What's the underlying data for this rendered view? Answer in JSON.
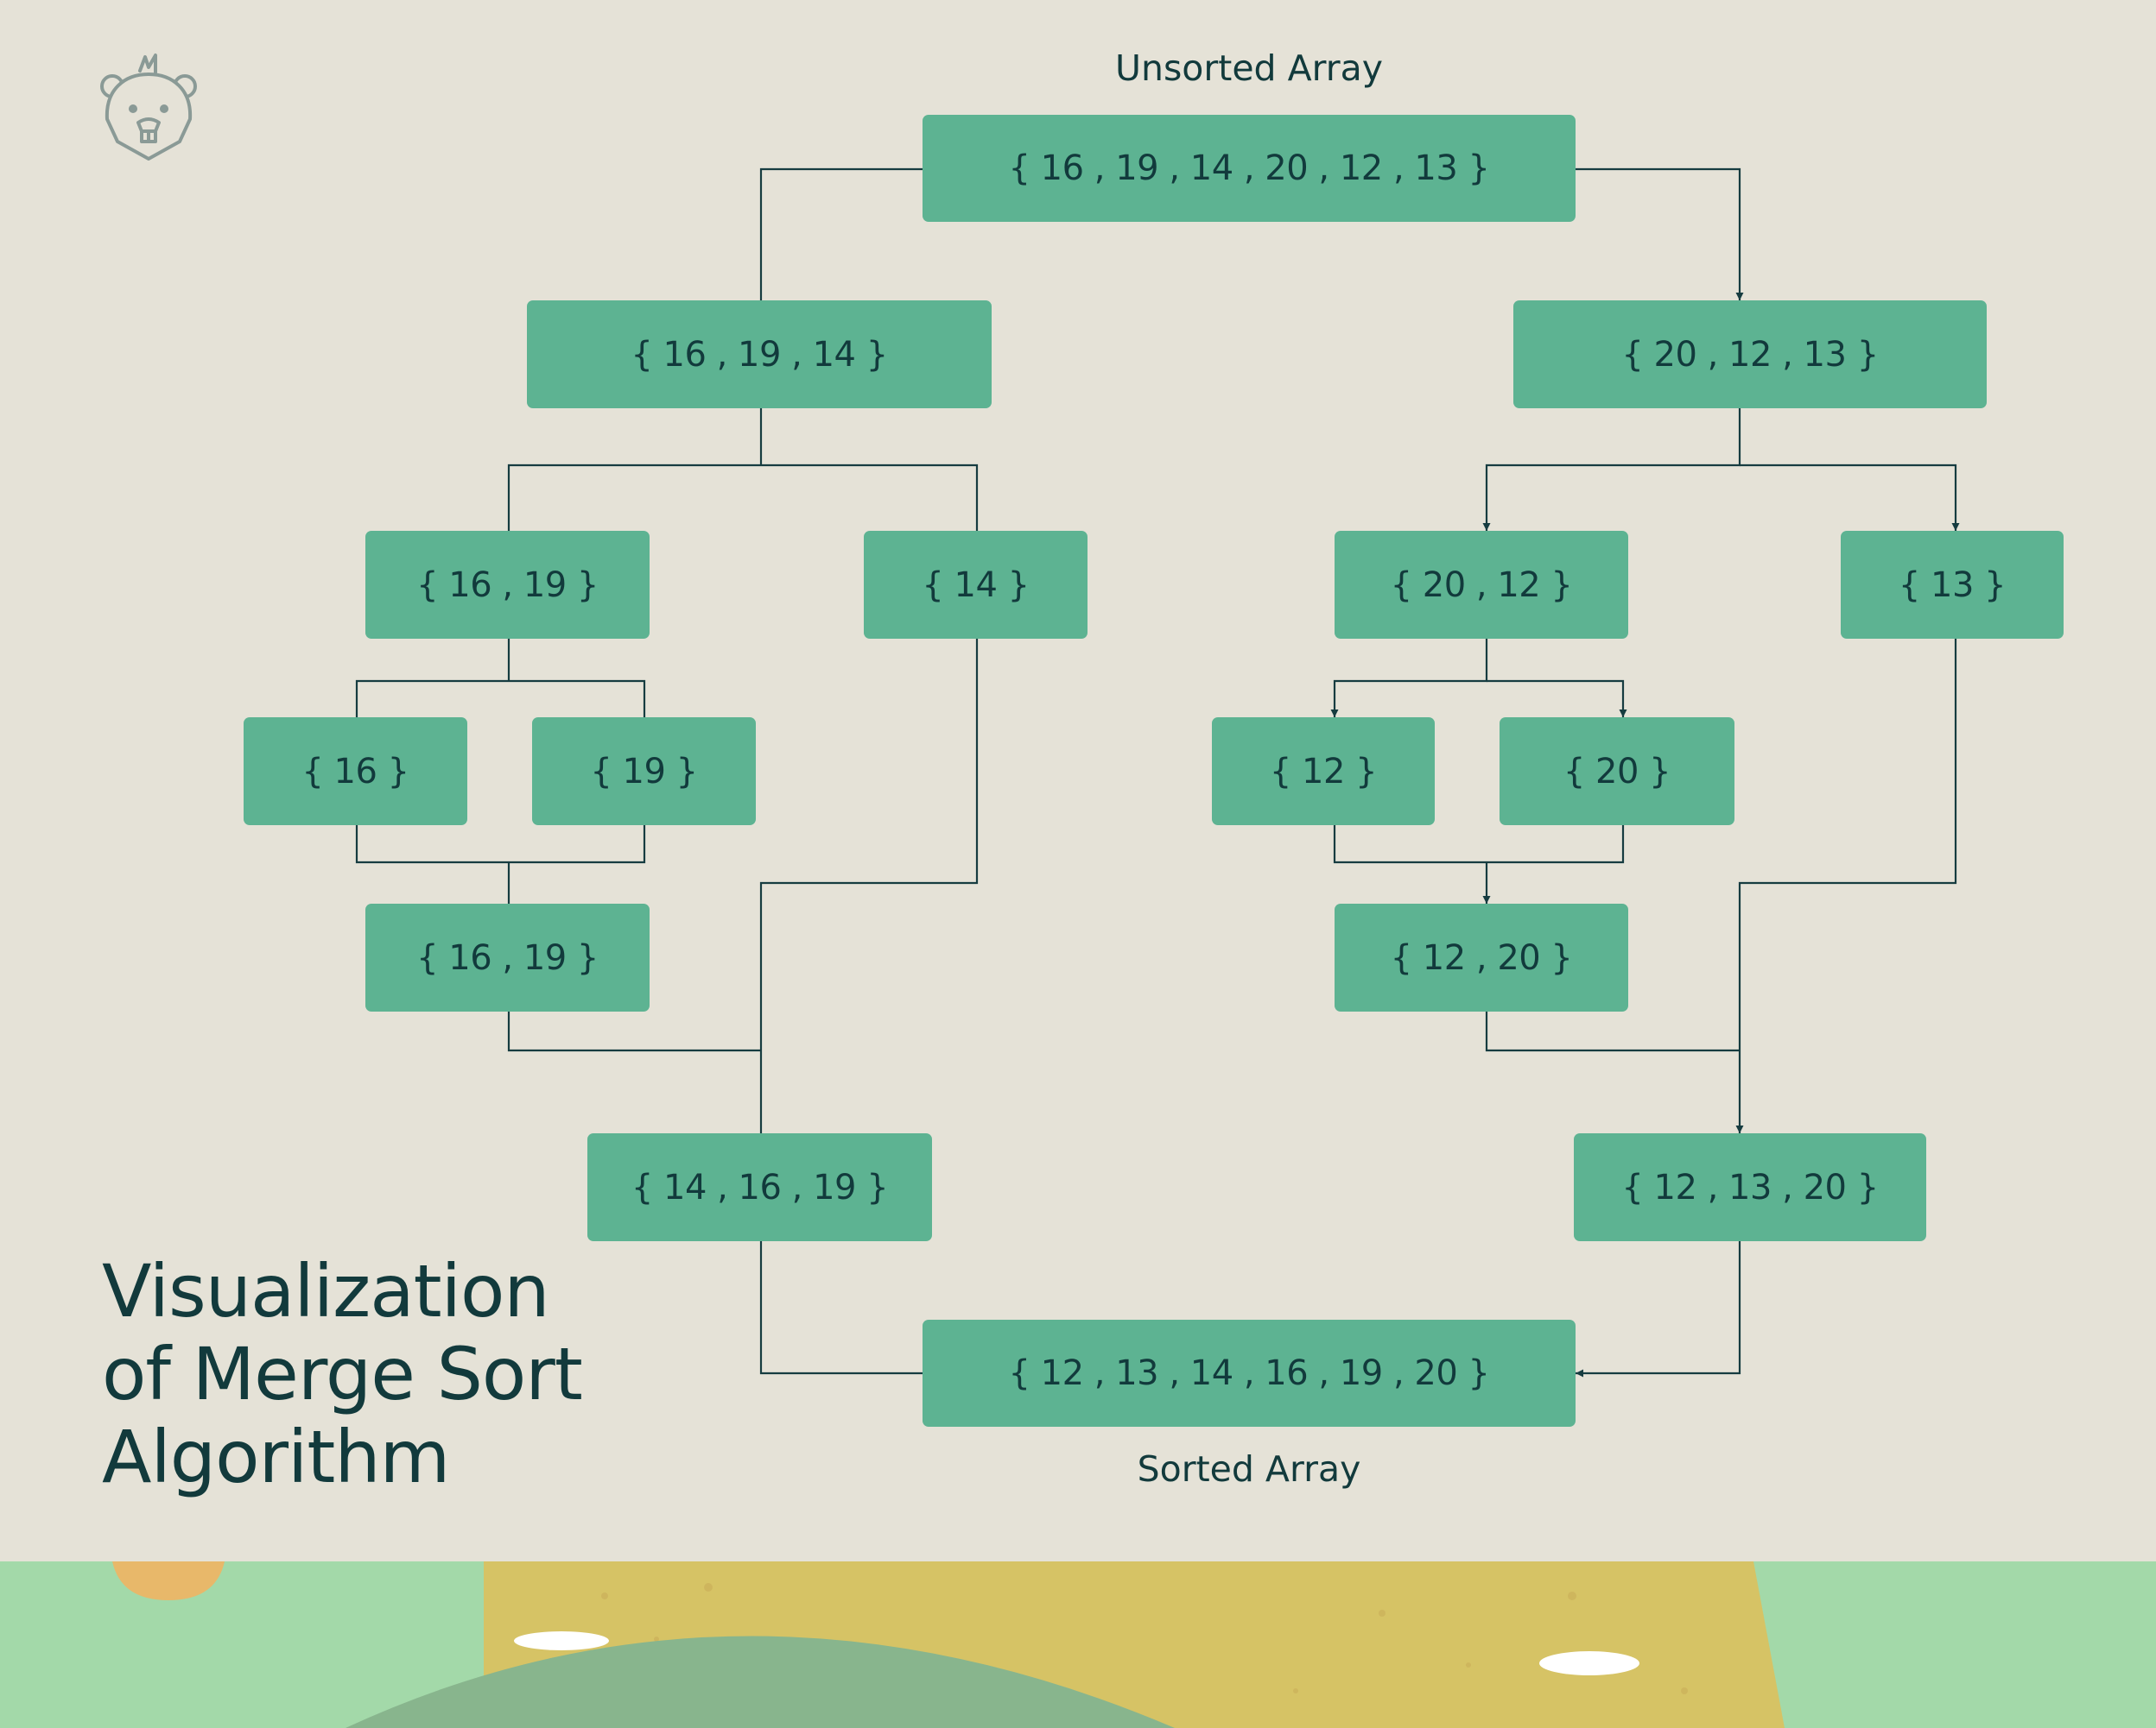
{
  "diagram": {
    "top_caption": "Unsorted Array",
    "bottom_caption": "Sorted Array",
    "title_lines": [
      "Visualization",
      "of Merge Sort",
      "Algorithm"
    ],
    "nodes": {
      "root": "{ 16 , 19 , 14 , 20 , 12 , 13 }",
      "left_half": "{ 16 , 19 , 14 }",
      "right_half": "{ 20 , 12 , 13 }",
      "left_pair": "{ 16 , 19 }",
      "left_single": "{ 14 }",
      "right_pair": "{ 20 , 12 }",
      "right_single": "{ 13 }",
      "leaf_16": "{ 16 }",
      "leaf_19": "{ 19 }",
      "leaf_12": "{ 12 }",
      "leaf_20": "{ 20 }",
      "merged_left_pair": "{ 16 , 19 }",
      "merged_right_pair": "{ 12 , 20 }",
      "merged_left": "{ 14 , 16 , 19 }",
      "merged_right": "{ 12 , 13 , 20 }",
      "sorted": "{ 12 , 13 , 14 , 16 , 19 , 20 }"
    }
  },
  "colors": {
    "background": "#e5e2d7",
    "node_fill": "#5db392",
    "text": "#123a3c",
    "connector": "#163c40",
    "footer_green": "#a3d9a9",
    "footer_hill": "#88b58d",
    "footer_sand": "#d6c365",
    "footer_sun": "#e8b86a"
  },
  "icons": {
    "logo": "beaver-logo-icon"
  }
}
